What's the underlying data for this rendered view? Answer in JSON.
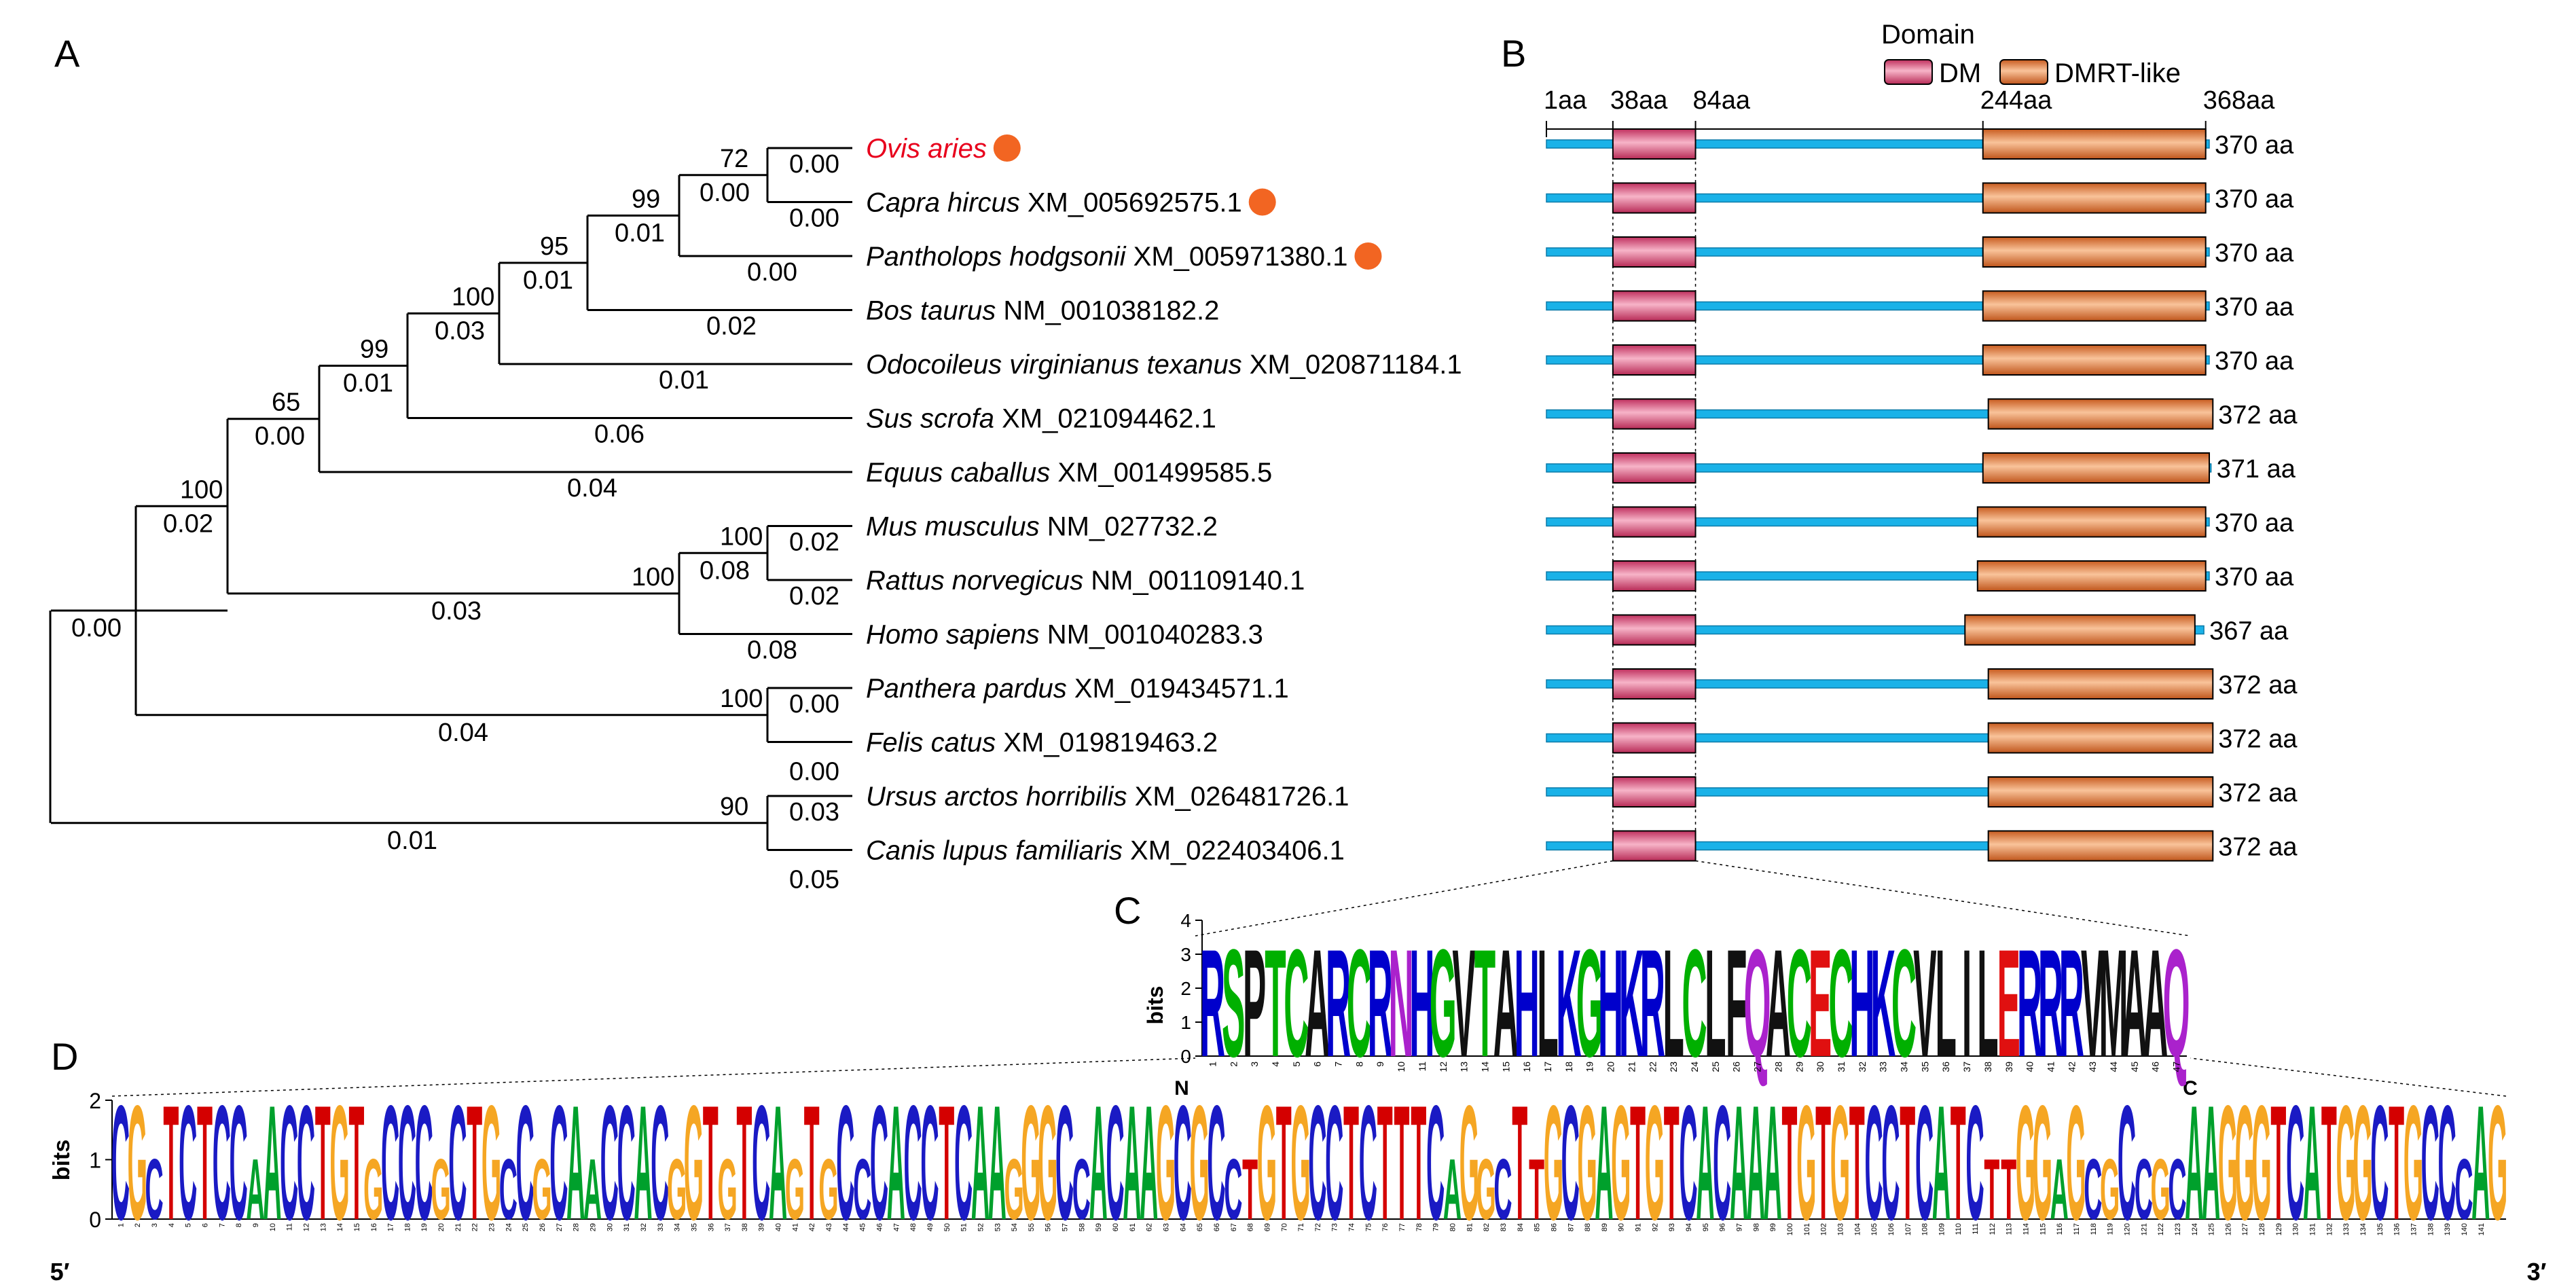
{
  "panels": {
    "A": "A",
    "B": "B",
    "C": "C",
    "D": "D"
  },
  "colors": {
    "branch": "#000000",
    "highlight_name": "#e8001c",
    "marker": "#f26522",
    "backbone": "#1ab2e8",
    "dm_domain": "#d94b78",
    "dmrt_domain": "#e07a3c",
    "logo_A": "#00a02c",
    "logo_C": "#1a1ac4",
    "logo_G": "#f5a623",
    "logo_T": "#d40000"
  },
  "tree": {
    "bootstrap": {
      "n72": "72",
      "n99a": "99",
      "n95": "95",
      "n100a": "100",
      "n99b": "99",
      "n65": "65",
      "n100b": "100",
      "n100c": "100",
      "n100d": "100",
      "n100e": "100",
      "n90": "90"
    },
    "branch_lengths": {
      "ovis": "0.00",
      "capra": "0.00",
      "n72": "0.00",
      "pantholops": "0.00",
      "n99a": "0.01",
      "bos": "0.02",
      "n95": "0.01",
      "odocoileus": "0.01",
      "n100a": "0.03",
      "sus": "0.06",
      "n99b": "0.01",
      "equus": "0.04",
      "n65": "0.00",
      "mus": "0.02",
      "rattus": "0.02",
      "n100c": "0.08",
      "homo": "0.08",
      "n100d": "0.03",
      "n100b": "0.02",
      "root_left": "0.00",
      "panthera": "0.00",
      "felis": "0.00",
      "n100e": "0.04",
      "ursus": "0.03",
      "canis": "0.05",
      "n90": "0.01"
    },
    "taxa": [
      {
        "species": "Ovis aries",
        "accession": "",
        "marker": true,
        "highlight": true
      },
      {
        "species": "Capra hircus",
        "accession": "XM_005692575.1",
        "marker": true,
        "highlight": false
      },
      {
        "species": "Pantholops hodgsonii",
        "accession": "XM_005971380.1",
        "marker": true,
        "highlight": false
      },
      {
        "species": "Bos taurus",
        "accession": "NM_001038182.2",
        "marker": false,
        "highlight": false
      },
      {
        "species": "Odocoileus virginianus texanus",
        "accession": "XM_020871184.1",
        "marker": false,
        "highlight": false
      },
      {
        "species": "Sus scrofa",
        "accession": "XM_021094462.1",
        "marker": false,
        "highlight": false
      },
      {
        "species": "Equus caballus",
        "accession": "XM_001499585.5",
        "marker": false,
        "highlight": false
      },
      {
        "species": "Mus musculus",
        "accession": "NM_027732.2",
        "marker": false,
        "highlight": false
      },
      {
        "species": "Rattus norvegicus",
        "accession": "NM_001109140.1",
        "marker": false,
        "highlight": false
      },
      {
        "species": "Homo sapiens",
        "accession": "NM_001040283.3",
        "marker": false,
        "highlight": false
      },
      {
        "species": "Panthera pardus",
        "accession": "XM_019434571.1",
        "marker": false,
        "highlight": false
      },
      {
        "species": "Felis catus",
        "accession": "XM_019819463.2",
        "marker": false,
        "highlight": false
      },
      {
        "species": "Ursus arctos horribilis",
        "accession": "XM_026481726.1",
        "marker": false,
        "highlight": false
      },
      {
        "species": "Canis lupus familiaris",
        "accession": "XM_022403406.1",
        "marker": false,
        "highlight": false
      }
    ]
  },
  "domains": {
    "legend_title": "Domain",
    "legend_dm": "DM",
    "legend_dmrt": "DMRT-like",
    "scale_labels": [
      "1aa",
      "38aa",
      "84aa",
      "244aa",
      "368aa"
    ],
    "scale_positions": [
      1,
      38,
      84,
      244,
      368
    ],
    "rows": [
      {
        "length": 370,
        "length_label": "370 aa",
        "dm": [
          38,
          84
        ],
        "dmrt": [
          244,
          368
        ]
      },
      {
        "length": 370,
        "length_label": "370 aa",
        "dm": [
          38,
          84
        ],
        "dmrt": [
          244,
          368
        ]
      },
      {
        "length": 370,
        "length_label": "370 aa",
        "dm": [
          38,
          84
        ],
        "dmrt": [
          244,
          368
        ]
      },
      {
        "length": 370,
        "length_label": "370 aa",
        "dm": [
          38,
          84
        ],
        "dmrt": [
          244,
          368
        ]
      },
      {
        "length": 370,
        "length_label": "370 aa",
        "dm": [
          38,
          84
        ],
        "dmrt": [
          244,
          368
        ]
      },
      {
        "length": 372,
        "length_label": "372 aa",
        "dm": [
          38,
          84
        ],
        "dmrt": [
          247,
          372
        ]
      },
      {
        "length": 371,
        "length_label": "371 aa",
        "dm": [
          38,
          84
        ],
        "dmrt": [
          244,
          370
        ]
      },
      {
        "length": 370,
        "length_label": "370 aa",
        "dm": [
          38,
          84
        ],
        "dmrt": [
          241,
          368
        ]
      },
      {
        "length": 370,
        "length_label": "370 aa",
        "dm": [
          38,
          84
        ],
        "dmrt": [
          241,
          368
        ]
      },
      {
        "length": 367,
        "length_label": "367 aa",
        "dm": [
          38,
          84
        ],
        "dmrt": [
          234,
          362
        ]
      },
      {
        "length": 372,
        "length_label": "372 aa",
        "dm": [
          38,
          84
        ],
        "dmrt": [
          247,
          372
        ]
      },
      {
        "length": 372,
        "length_label": "372 aa",
        "dm": [
          38,
          84
        ],
        "dmrt": [
          247,
          372
        ]
      },
      {
        "length": 372,
        "length_label": "372 aa",
        "dm": [
          38,
          84
        ],
        "dmrt": [
          247,
          372
        ]
      },
      {
        "length": 372,
        "length_label": "372 aa",
        "dm": [
          38,
          84
        ],
        "dmrt": [
          247,
          372
        ]
      }
    ]
  },
  "protein_logo": {
    "ylabel": "bits",
    "yticks": [
      "0",
      "1",
      "2",
      "3",
      "4"
    ],
    "n_label": "N",
    "c_label": "C",
    "positions": [
      "1",
      "2",
      "3",
      "4",
      "5",
      "6",
      "7",
      "8",
      "9",
      "10",
      "11",
      "12",
      "13",
      "14",
      "15",
      "16",
      "17",
      "18",
      "19",
      "20",
      "21",
      "22",
      "23",
      "24",
      "25",
      "26",
      "27",
      "28",
      "29",
      "30",
      "31",
      "32",
      "33",
      "34",
      "35",
      "36",
      "37",
      "38",
      "39",
      "40",
      "41",
      "42",
      "43",
      "44",
      "45",
      "46",
      "47"
    ],
    "sequence": [
      "R",
      "S",
      "P",
      "T",
      "C",
      "A",
      "R",
      "C",
      "R",
      "N",
      "H",
      "G",
      "V",
      "T",
      "A",
      "H",
      "L",
      "K",
      "G",
      "H",
      "K",
      "R",
      "L",
      "C",
      "L",
      "F",
      "Q",
      "A",
      "C",
      "E",
      "C",
      "H",
      "K",
      "C",
      "V",
      "L",
      "I",
      "L",
      "E",
      "R",
      "R",
      "R",
      "V",
      "M",
      "A",
      "A",
      "Q"
    ],
    "residue_colors": {
      "R": "#0000cc",
      "K": "#0000cc",
      "H": "#0000cc",
      "S": "#00b000",
      "T": "#00b000",
      "G": "#00b000",
      "C": "#00b000",
      "Y": "#00b000",
      "N": "#aa22cc",
      "Q": "#aa22cc",
      "D": "#e01010",
      "E": "#e01010",
      "P": "#111111",
      "A": "#111111",
      "V": "#111111",
      "L": "#111111",
      "I": "#111111",
      "M": "#111111",
      "F": "#111111",
      "W": "#111111"
    }
  },
  "dna_logo": {
    "ylabel": "bits",
    "yticks": [
      "0",
      "1",
      "2"
    ],
    "five_prime": "5′",
    "three_prime": "3′",
    "positions": [
      "1",
      "2",
      "3",
      "4",
      "5",
      "6",
      "7",
      "8",
      "9",
      "10",
      "11",
      "12",
      "13",
      "14",
      "15",
      "16",
      "17",
      "18",
      "19",
      "20",
      "21",
      "22",
      "23",
      "24",
      "25",
      "26",
      "27",
      "28",
      "29",
      "30",
      "31",
      "32",
      "33",
      "34",
      "35",
      "36",
      "37",
      "38",
      "39",
      "40",
      "41",
      "42",
      "43",
      "44",
      "45",
      "46",
      "47",
      "48",
      "49",
      "50",
      "51",
      "52",
      "53",
      "54",
      "55",
      "56",
      "57",
      "58",
      "59",
      "60",
      "61",
      "62",
      "63",
      "64",
      "65",
      "66",
      "67",
      "68",
      "69",
      "70",
      "71",
      "72",
      "73",
      "74",
      "75",
      "76",
      "77",
      "78",
      "79",
      "80",
      "81",
      "82",
      "83",
      "84",
      "85",
      "86",
      "87",
      "88",
      "89",
      "90",
      "91",
      "92",
      "93",
      "94",
      "95",
      "96",
      "97",
      "98",
      "99",
      "100",
      "101",
      "102",
      "103",
      "104",
      "105",
      "106",
      "107",
      "108",
      "109",
      "110",
      "111",
      "112",
      "113",
      "114",
      "115",
      "116",
      "117",
      "118",
      "119",
      "120",
      "121",
      "122",
      "123",
      "124",
      "125",
      "126",
      "127",
      "128",
      "129",
      "130",
      "131",
      "132",
      "133",
      "134",
      "135",
      "136",
      "137",
      "138",
      "139",
      "140",
      "141"
    ],
    "sequence": "CGCTCTCCAACCTGTGCCCGCTGCCGCAACCACGGTGTCAGTGCCCACCTCAAGGGCCACAAGCGCCTGTGCCTCTTTCAGGCTTGCGAGTGTCACAAATGTGTCCTCATCTTGGAGCGCCGCAAGGGTCATGGCTGCCCAG",
    "variable_positions": [
      "3",
      "9",
      "16",
      "20",
      "24",
      "26",
      "29",
      "34",
      "37",
      "41",
      "43",
      "45",
      "54",
      "58",
      "67",
      "68",
      "80",
      "82",
      "83",
      "85",
      "112",
      "113",
      "116",
      "118",
      "119",
      "121",
      "122",
      "123",
      "140"
    ]
  }
}
